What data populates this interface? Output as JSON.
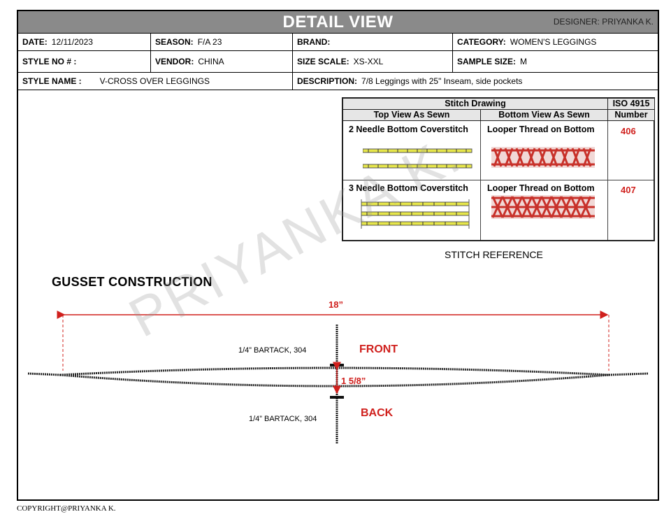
{
  "header": {
    "title": "DETAIL VIEW",
    "designer": "DESIGNER: PRIYANKA K."
  },
  "info": {
    "date_label": "DATE:",
    "date": "12/11/2023",
    "season_label": "SEASON:",
    "season": "F/A 23",
    "brand_label": "BRAND:",
    "brand": "",
    "category_label": "CATEGORY:",
    "category": "WOMEN'S LEGGINGS",
    "style_no_label": "STYLE NO # :",
    "style_no": "",
    "vendor_label": "VENDOR:",
    "vendor": "CHINA",
    "size_scale_label": "SIZE SCALE:",
    "size_scale": "XS-XXL",
    "sample_size_label": "SAMPLE SIZE:",
    "sample_size": "M",
    "style_name_label": "STYLE NAME :",
    "style_name": "V-CROSS OVER LEGGINGS",
    "description_label": "DESCRIPTION:",
    "description": "7/8 Leggings with 25\" Inseam, side pockets"
  },
  "stitch_table": {
    "header_drawing": "Stitch Drawing",
    "header_iso": "ISO 4915",
    "header_top": "Top View As Sewn",
    "header_bottom": "Bottom View As Sewn",
    "header_number": "Number",
    "rows": [
      {
        "top": "2 Needle Bottom Coverstitch",
        "bottom": "Looper Thread on Bottom",
        "iso": "406"
      },
      {
        "top": "3 Needle Bottom Coverstitch",
        "bottom": "Looper Thread on Bottom",
        "iso": "407"
      }
    ],
    "caption": "STITCH REFERENCE"
  },
  "gusset": {
    "title": "GUSSET CONSTRUCTION",
    "width": "18”",
    "height": "1 5/8”",
    "front_label": "FRONT",
    "back_label": "BACK",
    "bartack_top": "1/4” BARTACK, 304",
    "bartack_bottom": "1/4” BARTACK, 304"
  },
  "watermark": "PRIYANKA K.",
  "footer": {
    "copyright": "COPYRIGHT@PRIYANKA K."
  },
  "colors": {
    "accent_red": "#d0201d",
    "title_bar": "#8a8a8a",
    "stitch_yellow": "#e6e64a",
    "stitch_red": "#c8312a"
  }
}
